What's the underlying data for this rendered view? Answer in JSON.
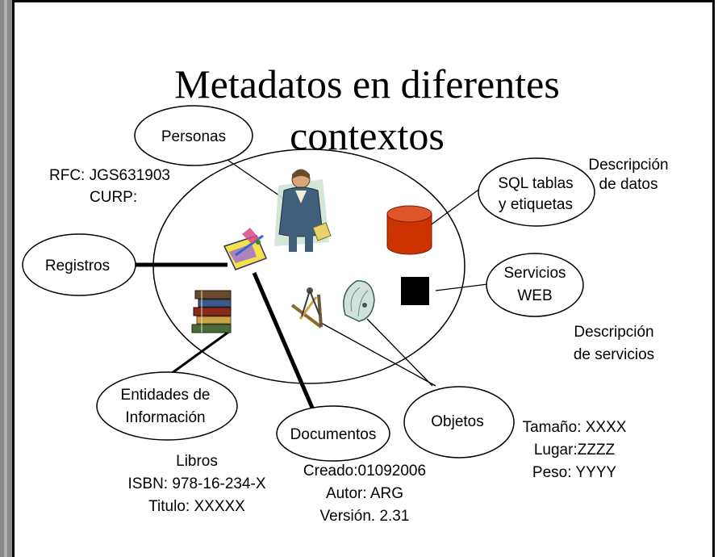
{
  "slide": {
    "title_line1": "Metadatos en diferentes",
    "title_line2": "contextos"
  },
  "nodes": {
    "personas": "Personas",
    "registros": "Registros",
    "sql_line1": "SQL tablas",
    "sql_line2": "y etiquetas",
    "servicios_line1": "Servicios",
    "servicios_line2": "WEB",
    "entidades_line1": "Entidades de",
    "entidades_line2": "Información",
    "documentos": "Documentos",
    "objetos": "Objetos"
  },
  "annotations": {
    "rfc": "RFC: JGS631903",
    "curp": "CURP:",
    "desc_datos_line1": "Descripción",
    "desc_datos_line2": "de datos",
    "desc_servicios_line1": "Descripción",
    "desc_servicios_line2": "de servicios",
    "libros": "Libros",
    "isbn": "ISBN: 978-16-234-X",
    "titulo": "Titulo: XXXXX",
    "creado": "Creado:01092006",
    "autor": "Autor: ARG",
    "version": "Versión. 2.31",
    "tamano": "Tamaño: XXXX",
    "lugar": "Lugar:ZZZZ",
    "peso": "Peso: YYYY"
  },
  "icons": {
    "person": "person-clipart-icon",
    "quill": "quill-pen-icon",
    "books": "books-stack-icon",
    "database": "database-cylinder-icon",
    "web_square": "black-square-icon",
    "compass": "compass-square-icon",
    "shell": "shell-object-icon"
  },
  "colors": {
    "database": "#cc3300",
    "web_square": "#000000"
  }
}
